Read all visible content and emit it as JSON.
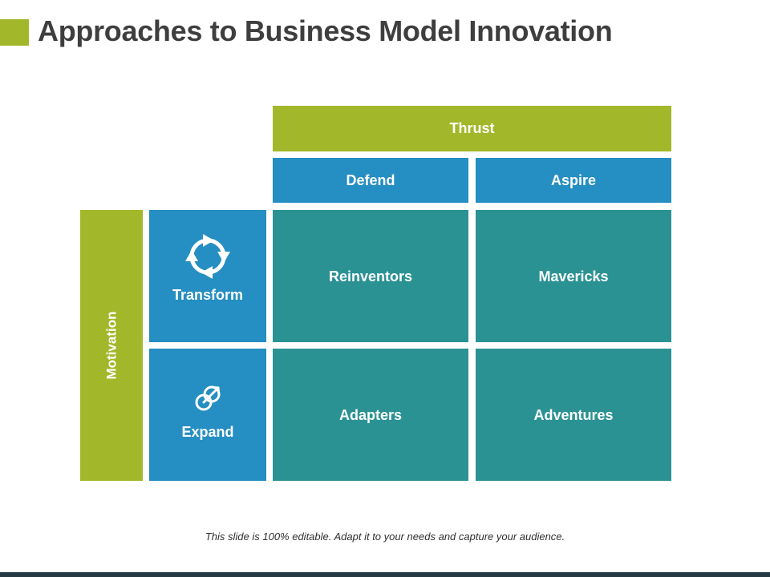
{
  "slide": {
    "title": "Approaches to Business Model Innovation",
    "footer_note": "This slide is 100% editable. Adapt it to your needs and capture your audience."
  },
  "matrix": {
    "column_axis_label": "Thrust",
    "row_axis_label": "Motivation",
    "columns": [
      "Defend",
      "Aspire"
    ],
    "rows": [
      {
        "label": "Transform",
        "icon": "cycle-arrows-icon"
      },
      {
        "label": "Expand",
        "icon": "link-arrow-icon"
      }
    ],
    "cells": [
      [
        "Reinventors",
        "Mavericks"
      ],
      [
        "Adapters",
        "Adventures"
      ]
    ]
  },
  "colors": {
    "green": "#a2b82a",
    "blue": "#258ec2",
    "teal": "#2b9294",
    "title_text": "#3e3e3e",
    "bottom_bar": "#263a44"
  }
}
